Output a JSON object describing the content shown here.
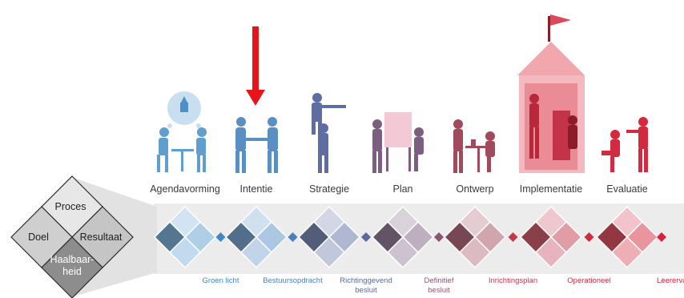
{
  "key": {
    "top": "Proces",
    "left": "Doel",
    "right": "Resultaat",
    "bottom_line1": "Haalbaar-",
    "bottom_line2": "heid"
  },
  "phases": [
    {
      "label": "Agendavorming",
      "color": "#5f9ecf"
    },
    {
      "label": "Intentie",
      "color": "#5b8fc4"
    },
    {
      "label": "Strategie",
      "color": "#5e6ea3"
    },
    {
      "label": "Plan",
      "color": "#7b5e80"
    },
    {
      "label": "Ontwerp",
      "color": "#a04a5c"
    },
    {
      "label": "Implementatie",
      "color": "#c23a4b"
    },
    {
      "label": "Evaluatie",
      "color": "#d22b3f"
    }
  ],
  "milestones": [
    {
      "line1": "Groen licht",
      "line2": "",
      "color": "#3f87c4"
    },
    {
      "line1": "Bestuursopdracht",
      "line2": "",
      "color": "#4a7fba"
    },
    {
      "line1": "Richtinggevend",
      "line2": "besluit",
      "color": "#5a6a9c"
    },
    {
      "line1": "Definitief",
      "line2": "besluit",
      "color": "#8a5572"
    },
    {
      "line1": "Inrichtingsplan",
      "line2": "",
      "color": "#c0394d"
    },
    {
      "line1": "Operationeel",
      "line2": "",
      "color": "#cf2c3f"
    },
    {
      "line1": "Leerervaring",
      "line2": "",
      "color": "#d8233a"
    }
  ],
  "colors": {
    "arrow": "#e8141c",
    "key_fill_top": "#e7e7e7",
    "key_fill_sides": "#c9c9c9",
    "key_fill_bottom": "#8d8d8d",
    "band": "#eaeaea"
  },
  "icons": [
    "meeting-people-icon",
    "handshake-people-icon",
    "pointing-people-icon",
    "flipchart-people-icon",
    "design-table-people-icon",
    "building-house-icon",
    "laptop-people-icon",
    "flag-icon",
    "red-arrow-icon"
  ]
}
